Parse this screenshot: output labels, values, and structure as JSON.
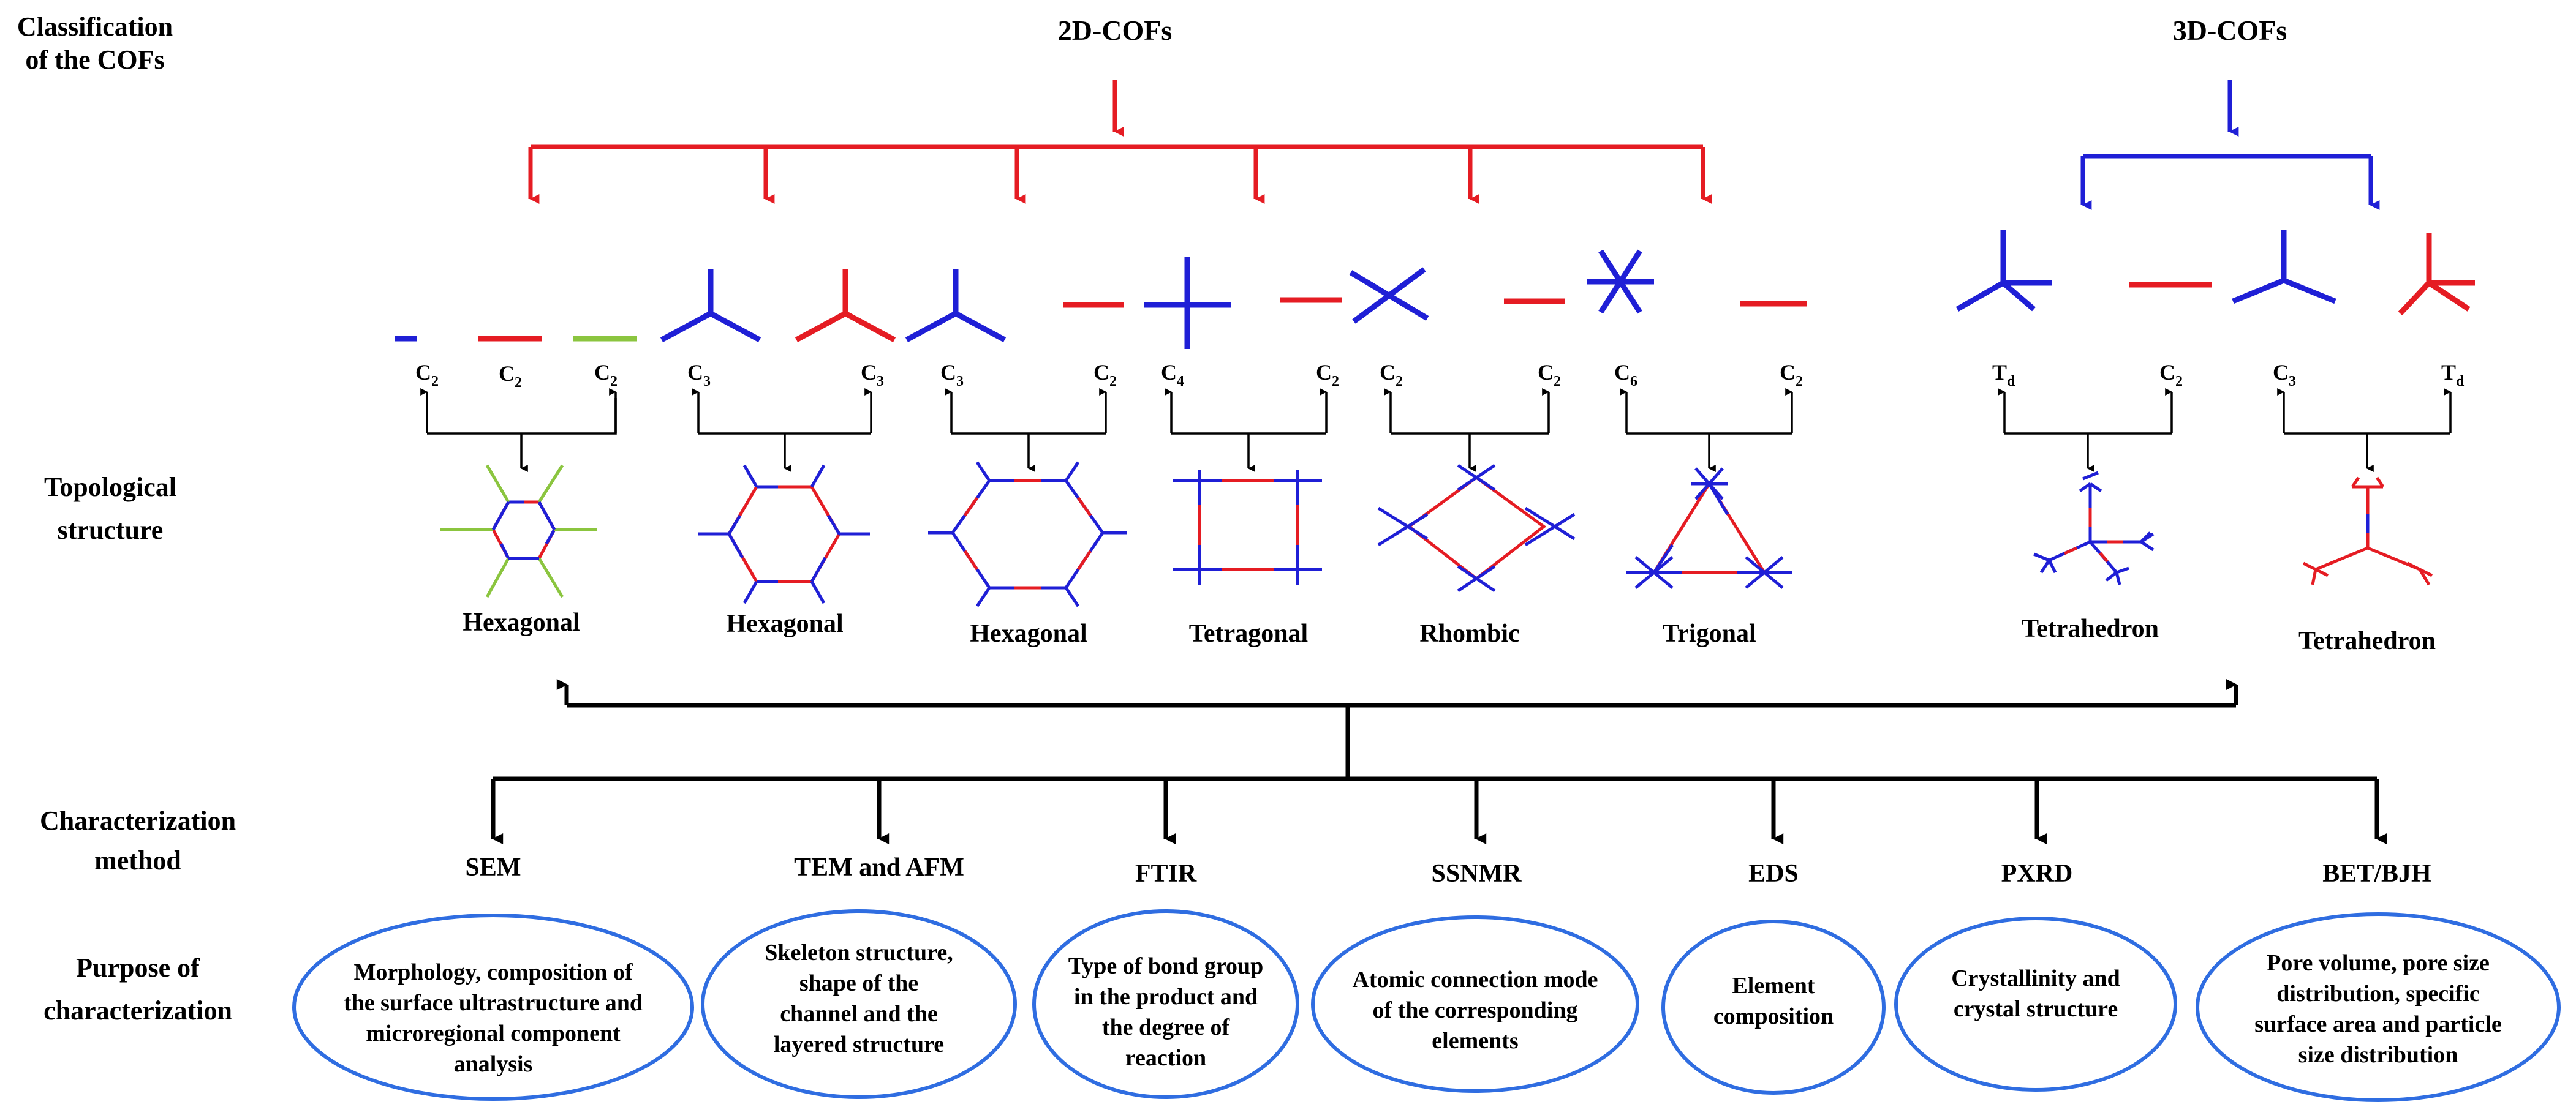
{
  "colors": {
    "red": "#e51c23",
    "blue": "#1f1fd6",
    "green": "#8bc53f",
    "black": "#000000",
    "ellipse": "#2f6de1"
  },
  "rows": {
    "classification": [
      "Classification",
      "of the COFs"
    ],
    "topological": [
      "Topological",
      "structure"
    ],
    "method": [
      "Characterization",
      "method"
    ],
    "purpose": [
      "Purpose of",
      "characterization"
    ]
  },
  "headers": {
    "two_d": "2D-COFs",
    "three_d": "3D-COFs"
  },
  "structures": [
    {
      "topology": "Hexagonal",
      "symmetry": [
        [
          "C",
          "2"
        ],
        [
          "C",
          "2"
        ],
        [
          "C",
          "2"
        ]
      ]
    },
    {
      "topology": "Hexagonal",
      "symmetry": [
        [
          "C",
          "3"
        ],
        [
          "C",
          "3"
        ]
      ]
    },
    {
      "topology": "Hexagonal",
      "symmetry": [
        [
          "C",
          "3"
        ],
        [
          "C",
          "2"
        ]
      ]
    },
    {
      "topology": "Tetragonal",
      "symmetry": [
        [
          "C",
          "4"
        ],
        [
          "C",
          "2"
        ]
      ]
    },
    {
      "topology": "Rhombic",
      "symmetry": [
        [
          "C",
          "2"
        ],
        [
          "C",
          "2"
        ]
      ]
    },
    {
      "topology": "Trigonal",
      "symmetry": [
        [
          "C",
          "6"
        ],
        [
          "C",
          "2"
        ]
      ]
    },
    {
      "topology": "Tetrahedron",
      "symmetry": [
        [
          "T",
          "d"
        ],
        [
          "C",
          "2"
        ]
      ]
    },
    {
      "topology": "Tetrahedron",
      "symmetry": [
        [
          "C",
          "3"
        ],
        [
          "T",
          "d"
        ]
      ]
    }
  ],
  "methods": [
    {
      "name": "SEM",
      "purpose": [
        "Morphology, composition of",
        "the surface ultrastructure and",
        "microregional component",
        "analysis"
      ]
    },
    {
      "name": "TEM and AFM",
      "purpose": [
        "Skeleton structure,",
        "shape of the",
        "channel and the",
        "layered structure"
      ]
    },
    {
      "name": "FTIR",
      "purpose": [
        "Type of bond group",
        "in the product and",
        "the degree of",
        "reaction"
      ]
    },
    {
      "name": "SSNMR",
      "purpose": [
        "Atomic connection mode",
        "of the corresponding",
        "elements"
      ]
    },
    {
      "name": "EDS",
      "purpose": [
        "Element",
        "composition"
      ]
    },
    {
      "name": "PXRD",
      "purpose": [
        "Crystallinity and",
        "crystal structure"
      ]
    },
    {
      "name": "BET/BJH",
      "purpose": [
        "Pore volume, pore size",
        "distribution, specific",
        "surface area and particle",
        "size distribution"
      ]
    }
  ]
}
